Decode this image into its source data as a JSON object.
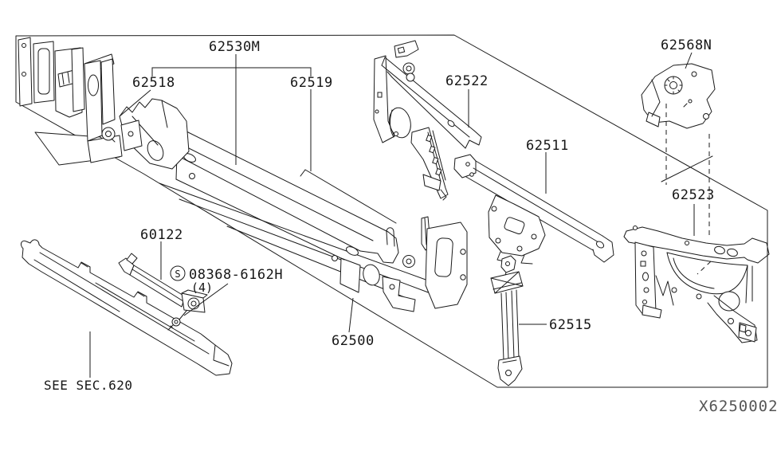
{
  "figure": {
    "type": "exploded-parts-diagram",
    "background": "#ffffff",
    "line_color": "#1a1a1a"
  },
  "labels": {
    "l62530m": "62530M",
    "l62518": "62518",
    "l62519": "62519",
    "l62522": "62522",
    "l62511": "62511",
    "l62568n": "62568N",
    "l62523": "62523",
    "l62515": "62515",
    "l62500": "62500",
    "l60122": "60122",
    "fastener_symbol": "S",
    "fastener_part": "08368-6162H",
    "fastener_qty": "(4)",
    "see_section": "SEE SEC.620",
    "sheet_code": "X6250002"
  }
}
